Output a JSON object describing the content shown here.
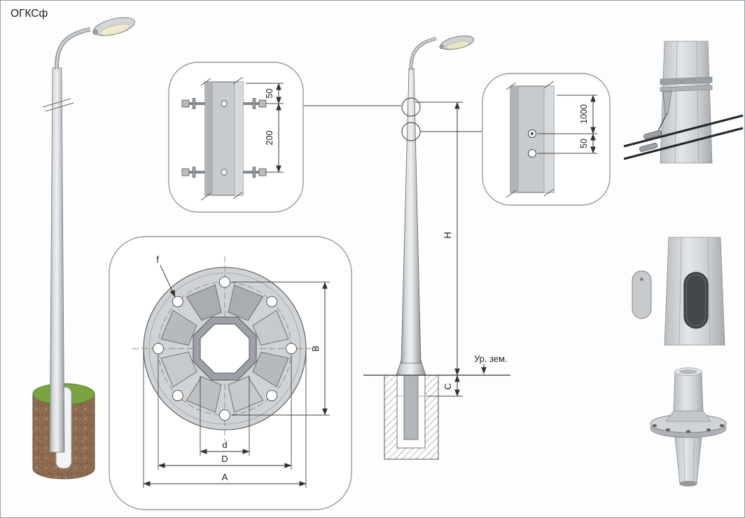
{
  "title": "ОГКСф",
  "top_detail": {
    "dim_upper": "50",
    "dim_lower": "200"
  },
  "right_detail": {
    "dim_upper": "1000",
    "dim_lower": "50"
  },
  "elevation": {
    "height_label": "H",
    "embed_label": "C",
    "ground_label": "Ур. зем."
  },
  "flange": {
    "hole_label": "f",
    "bolt_span_label": "B",
    "inner_dia_label": "d",
    "bolt_circle_label": "D",
    "outer_dia_label": "A"
  }
}
